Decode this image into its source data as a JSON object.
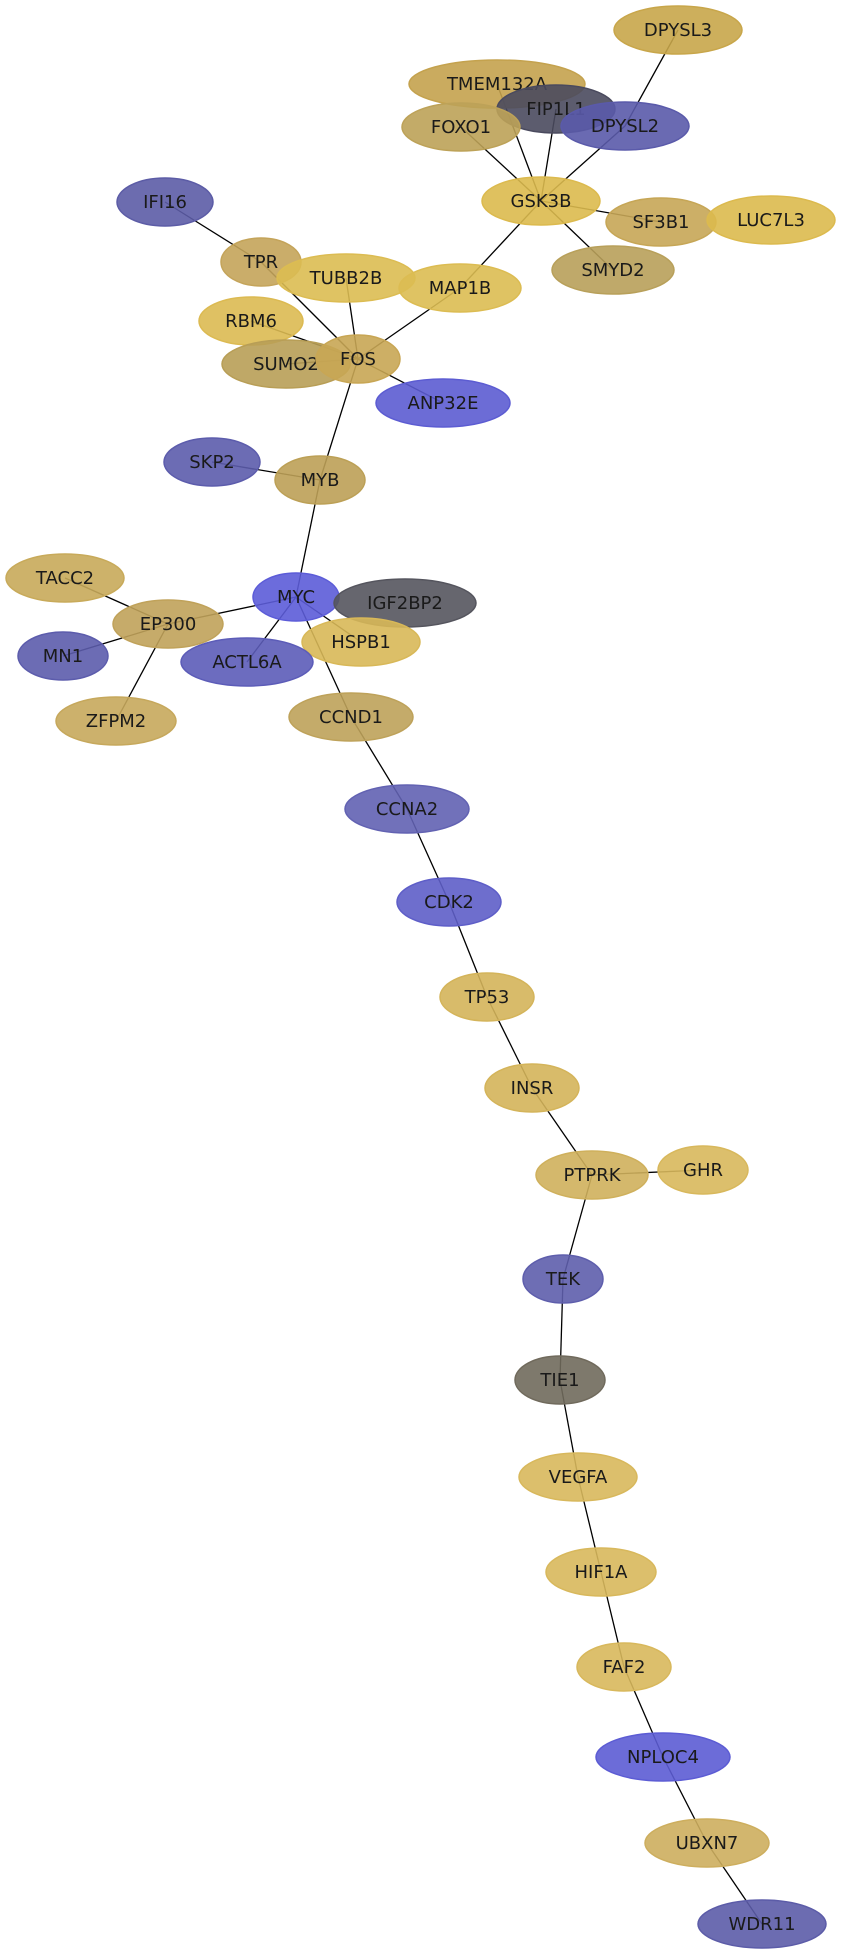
{
  "graph": {
    "nodes": [
      {
        "id": "DPYSL3",
        "label": "DPYSL3",
        "color": "#c8a64a"
      },
      {
        "id": "TMEM132A",
        "label": "TMEM132A",
        "color": "#c4a24e"
      },
      {
        "id": "FIP1L1",
        "label": "FIP1L1",
        "color": "#4a4a5e"
      },
      {
        "id": "FOXO1",
        "label": "FOXO1",
        "color": "#bda258"
      },
      {
        "id": "DPYSL2",
        "label": "DPYSL2",
        "color": "#5a5aaa"
      },
      {
        "id": "IFI16",
        "label": "IFI16",
        "color": "#5c5ca6"
      },
      {
        "id": "GSK3B",
        "label": "GSK3B",
        "color": "#dcba4e"
      },
      {
        "id": "SF3B1",
        "label": "SF3B1",
        "color": "#c6a656"
      },
      {
        "id": "LUC7L3",
        "label": "LUC7L3",
        "color": "#dcba4e"
      },
      {
        "id": "TPR",
        "label": "TPR",
        "color": "#c4a45a"
      },
      {
        "id": "TUBB2B",
        "label": "TUBB2B",
        "color": "#dcbc52"
      },
      {
        "id": "SMYD2",
        "label": "SMYD2",
        "color": "#b8a05a"
      },
      {
        "id": "MAP1B",
        "label": "MAP1B",
        "color": "#dcbc52"
      },
      {
        "id": "RBM6",
        "label": "RBM6",
        "color": "#dcba52"
      },
      {
        "id": "SUMO2",
        "label": "SUMO2",
        "color": "#b89e56"
      },
      {
        "id": "FOS",
        "label": "FOS",
        "color": "#c8a654"
      },
      {
        "id": "ANP32E",
        "label": "ANP32E",
        "color": "#5c5cd2"
      },
      {
        "id": "SKP2",
        "label": "SKP2",
        "color": "#5c5cac"
      },
      {
        "id": "MYB",
        "label": "MYB",
        "color": "#bca056"
      },
      {
        "id": "TACC2",
        "label": "TACC2",
        "color": "#c8aa5a"
      },
      {
        "id": "MYC",
        "label": "MYC",
        "color": "#5c5cd8"
      },
      {
        "id": "IGF2BP2",
        "label": "IGF2BP2",
        "color": "#55555e"
      },
      {
        "id": "EP300",
        "label": "EP300",
        "color": "#c0a25a"
      },
      {
        "id": "MN1",
        "label": "MN1",
        "color": "#5c5cac"
      },
      {
        "id": "HSPB1",
        "label": "HSPB1",
        "color": "#d8b858"
      },
      {
        "id": "ACTL6A",
        "label": "ACTL6A",
        "color": "#5c5cb8"
      },
      {
        "id": "ZFPM2",
        "label": "ZFPM2",
        "color": "#c6a85c"
      },
      {
        "id": "CCND1",
        "label": "CCND1",
        "color": "#bea25a"
      },
      {
        "id": "CCNA2",
        "label": "CCNA2",
        "color": "#6262b2"
      },
      {
        "id": "CDK2",
        "label": "CDK2",
        "color": "#5e5ec8"
      },
      {
        "id": "TP53",
        "label": "TP53",
        "color": "#d4b45a"
      },
      {
        "id": "INSR",
        "label": "INSR",
        "color": "#d4b45a"
      },
      {
        "id": "PTPRK",
        "label": "PTPRK",
        "color": "#cfb05c"
      },
      {
        "id": "GHR",
        "label": "GHR",
        "color": "#d8b85c"
      },
      {
        "id": "TEK",
        "label": "TEK",
        "color": "#5e5eac"
      },
      {
        "id": "TIE1",
        "label": "TIE1",
        "color": "#706a5c"
      },
      {
        "id": "VEGFA",
        "label": "VEGFA",
        "color": "#d8b85c"
      },
      {
        "id": "HIF1A",
        "label": "HIF1A",
        "color": "#d8b85c"
      },
      {
        "id": "FAF2",
        "label": "FAF2",
        "color": "#d8b85c"
      },
      {
        "id": "NPLOC4",
        "label": "NPLOC4",
        "color": "#5c5cd4"
      },
      {
        "id": "UBXN7",
        "label": "UBXN7",
        "color": "#cdae5e"
      },
      {
        "id": "WDR11",
        "label": "WDR11",
        "color": "#5c5ca8"
      }
    ],
    "edges": [
      [
        "DPYSL3",
        "DPYSL2"
      ],
      [
        "TMEM132A",
        "GSK3B"
      ],
      [
        "FIP1L1",
        "GSK3B"
      ],
      [
        "FOXO1",
        "GSK3B"
      ],
      [
        "DPYSL2",
        "GSK3B"
      ],
      [
        "GSK3B",
        "SF3B1"
      ],
      [
        "GSK3B",
        "SMYD2"
      ],
      [
        "GSK3B",
        "MAP1B"
      ],
      [
        "IFI16",
        "TPR"
      ],
      [
        "TPR",
        "FOS"
      ],
      [
        "TUBB2B",
        "FOS"
      ],
      [
        "MAP1B",
        "FOS"
      ],
      [
        "RBM6",
        "FOS"
      ],
      [
        "SUMO2",
        "FOS"
      ],
      [
        "FOS",
        "ANP32E"
      ],
      [
        "FOS",
        "MYB"
      ],
      [
        "SKP2",
        "MYB"
      ],
      [
        "MYB",
        "MYC"
      ],
      [
        "MYC",
        "EP300"
      ],
      [
        "MYC",
        "ACTL6A"
      ],
      [
        "MYC",
        "HSPB1"
      ],
      [
        "MYC",
        "CCND1"
      ],
      [
        "TACC2",
        "EP300"
      ],
      [
        "MN1",
        "EP300"
      ],
      [
        "ZFPM2",
        "EP300"
      ],
      [
        "CCND1",
        "CCNA2"
      ],
      [
        "CCNA2",
        "CDK2"
      ],
      [
        "CDK2",
        "TP53"
      ],
      [
        "TP53",
        "INSR"
      ],
      [
        "INSR",
        "PTPRK"
      ],
      [
        "PTPRK",
        "GHR"
      ],
      [
        "PTPRK",
        "TEK"
      ],
      [
        "TEK",
        "TIE1"
      ],
      [
        "TIE1",
        "VEGFA"
      ],
      [
        "VEGFA",
        "HIF1A"
      ],
      [
        "HIF1A",
        "FAF2"
      ],
      [
        "FAF2",
        "NPLOC4"
      ],
      [
        "NPLOC4",
        "UBXN7"
      ],
      [
        "UBXN7",
        "WDR11"
      ]
    ]
  }
}
